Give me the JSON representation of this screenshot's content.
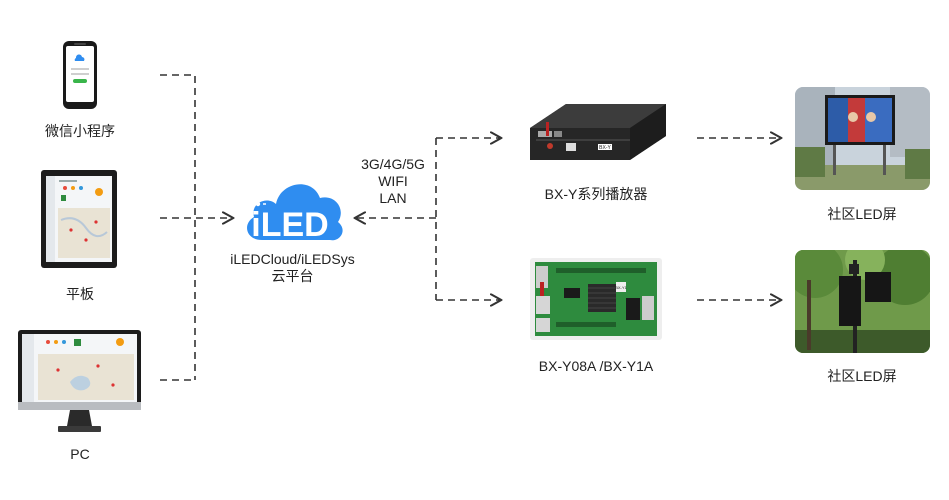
{
  "clients": {
    "phone_label": "微信小程序",
    "tablet_label": "平板",
    "pc_label": "PC"
  },
  "cloud": {
    "logo_text": "iLED",
    "name_line1": "iLEDCloud/iLEDSys",
    "name_line2": "云平台"
  },
  "network": {
    "line1": "3G/4G/5G",
    "line2": "WIFI",
    "line3": "LAN"
  },
  "devices": {
    "player_label": "BX-Y系列播放器",
    "player_badge": "BX-Y",
    "board_label": "BX-Y08A /BX-Y1A",
    "board_chip": "BX-Y1"
  },
  "screens": {
    "screen1_label": "社区LED屏",
    "screen2_label": "社区LED屏"
  },
  "colors": {
    "cloud_blue": "#2f8df0",
    "line": "#333333",
    "board_green": "#2e8b3e"
  }
}
